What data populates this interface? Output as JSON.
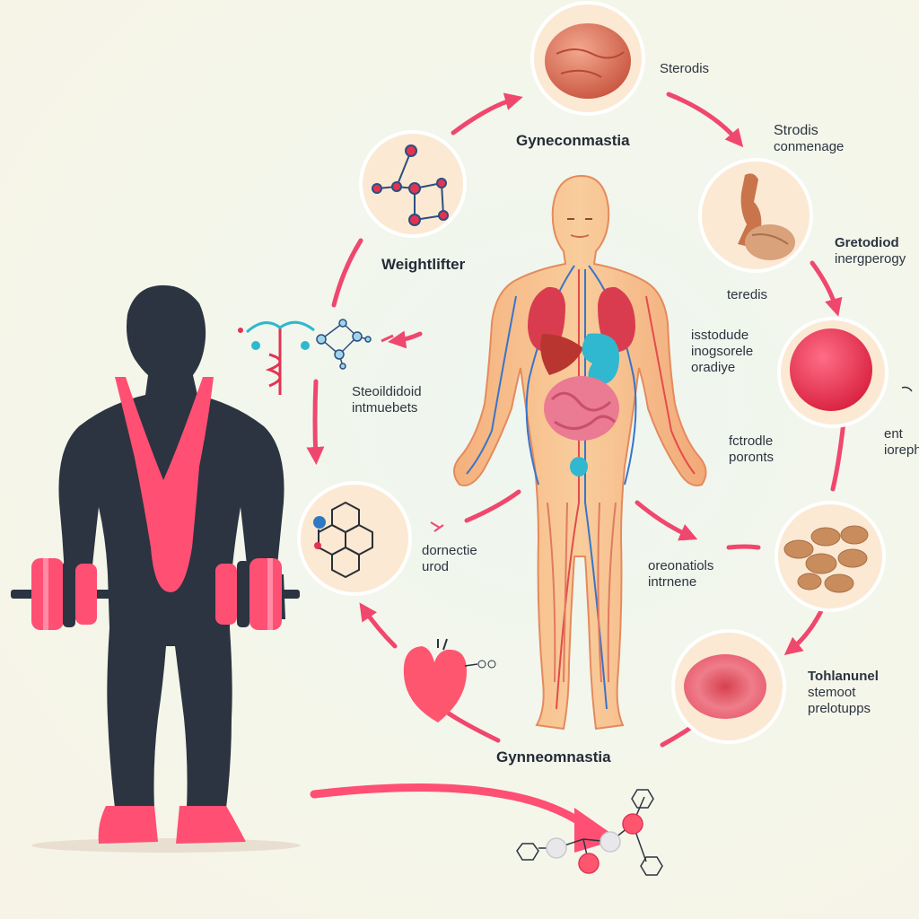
{
  "labels": {
    "steroids_top": "Sterodis",
    "gyneco_top": "Gyneconmastia",
    "strodis": [
      "Strodis",
      "conmenage"
    ],
    "weightlifter": "Weightlifter",
    "gretodiod": [
      "Gretodiod",
      "inergperogy"
    ],
    "teredis": "teredis",
    "steroid_intermediates": [
      "Steoildidoid",
      "intmuebets"
    ],
    "isstodude": [
      "isstodude",
      "inogsorele",
      "oradiye"
    ],
    "fctrodle": [
      "fctrodle",
      "poronts"
    ],
    "edge_right": [
      "ent",
      "ioreph"
    ],
    "domectie": [
      "dornectie",
      "urod"
    ],
    "oreonatiols": [
      "oreonatiols",
      "intrnene"
    ],
    "tohlanunel": [
      "Tohlanunel",
      "stemoot",
      "prelotupps"
    ],
    "gyneco_bottom": "Gynneomnastia"
  },
  "colors": {
    "arrow": "#f0476e",
    "accent_pink": "#ff4f73",
    "silhouette": "#2b3440",
    "circle_fill": "#fbe9d4",
    "circle_stroke": "#ffffff",
    "skin": "#f6c08a",
    "vessel_blue": "#3a74c9",
    "vessel_red": "#e44b4b",
    "organ_teal": "#2fb8cf"
  },
  "icons": [
    "fat-tissue-icon",
    "molecule-icon",
    "muscle-figure-icon",
    "sphere-icon",
    "pills-icon",
    "blood-cell-icon",
    "steroid-ring-icon",
    "heart-icon",
    "caduceus-icon"
  ]
}
